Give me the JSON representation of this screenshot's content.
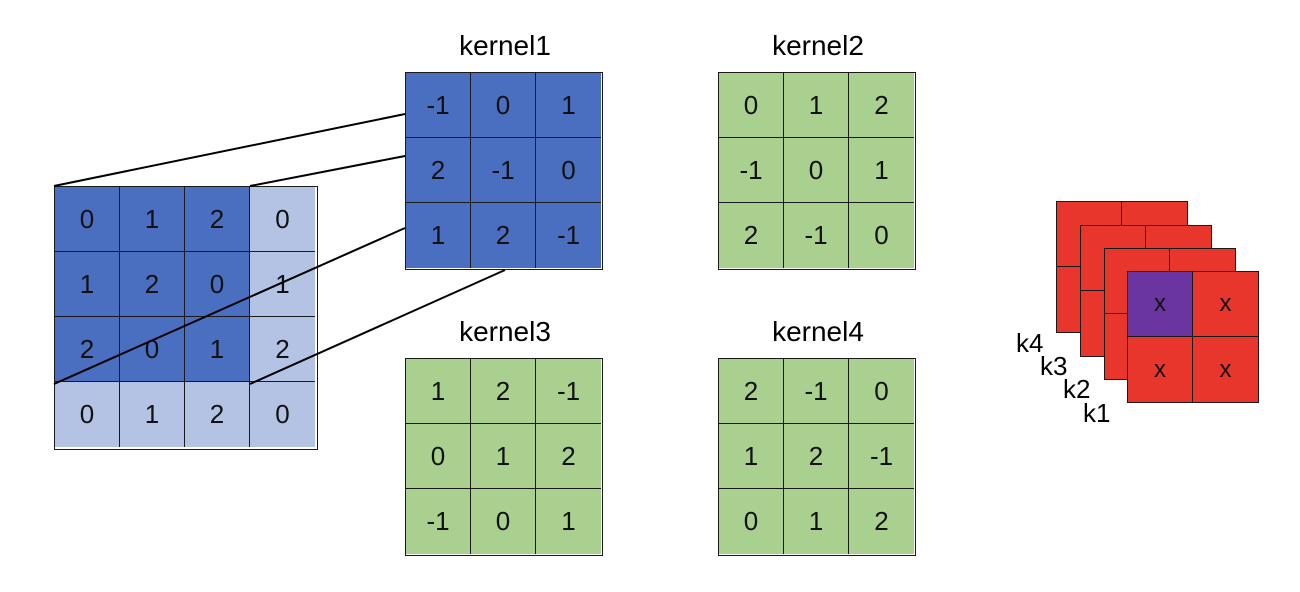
{
  "input": {
    "values": [
      [
        "0",
        "1",
        "2",
        "0"
      ],
      [
        "1",
        "2",
        "0",
        "1"
      ],
      [
        "2",
        "0",
        "1",
        "2"
      ],
      [
        "0",
        "1",
        "2",
        "0"
      ]
    ]
  },
  "kernels": [
    {
      "title": "kernel1",
      "values": [
        [
          "-1",
          "0",
          "1"
        ],
        [
          "2",
          "-1",
          "0"
        ],
        [
          "1",
          "2",
          "-1"
        ]
      ]
    },
    {
      "title": "kernel2",
      "values": [
        [
          "0",
          "1",
          "2"
        ],
        [
          "-1",
          "0",
          "1"
        ],
        [
          "2",
          "-1",
          "0"
        ]
      ]
    },
    {
      "title": "kernel3",
      "values": [
        [
          "1",
          "2",
          "-1"
        ],
        [
          "0",
          "1",
          "2"
        ],
        [
          "-1",
          "0",
          "1"
        ]
      ]
    },
    {
      "title": "kernel4",
      "values": [
        [
          "2",
          "-1",
          "0"
        ],
        [
          "1",
          "2",
          "-1"
        ],
        [
          "0",
          "1",
          "2"
        ]
      ]
    }
  ],
  "output_stack": {
    "layer_labels": [
      "k4",
      "k3",
      "k2",
      "k1"
    ],
    "front_values": [
      [
        "x",
        "x"
      ],
      [
        "x",
        "x"
      ]
    ]
  },
  "colors": {
    "input_dark": "#4b6fc0",
    "input_light": "#b4c3e3",
    "kernel1": "#4b6fc0",
    "kernels_other": "#a9d08e",
    "output": "#e8362c",
    "highlight": "#6a35a0"
  }
}
